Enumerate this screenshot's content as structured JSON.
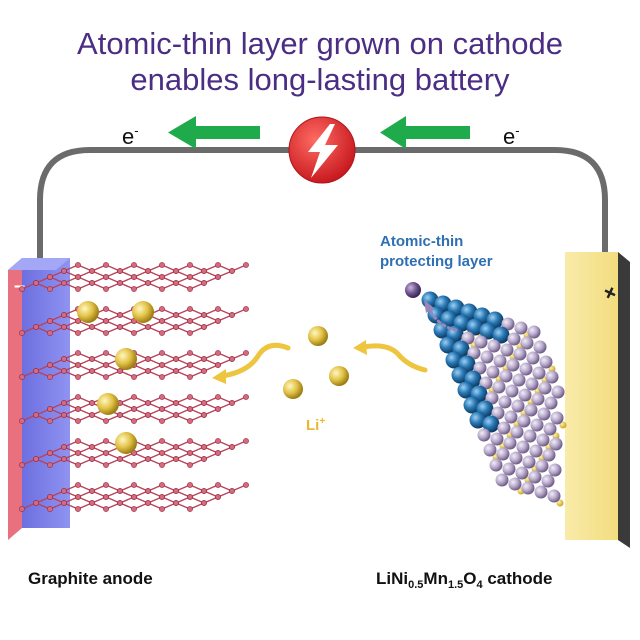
{
  "title": {
    "line1": "Atomic-thin layer grown on cathode",
    "line2": "enables long-lasting battery"
  },
  "circuit": {
    "electron_left": "e",
    "electron_right": "e",
    "electron_charge": "-",
    "wire_color": "#6b6b6b",
    "arrow_color": "#1faa4b",
    "bolt_circle_color": "#e3222a",
    "bolt_icon": "lightning-bolt-icon"
  },
  "anode": {
    "label": "Graphite anode",
    "terminal_sign": "–",
    "plate_color": "#7b7fe8",
    "edge_color": "#e06a7a"
  },
  "cathode": {
    "label_main": "LiNi",
    "label_sub1": "0.5",
    "label_mid": "Mn",
    "label_sub2": "1.5",
    "label_o": "O",
    "label_sub3": "4",
    "label_tail": " cathode",
    "terminal_sign": "+",
    "plate_color": "#f7e89a"
  },
  "protecting_layer": {
    "line1": "Atomic-thin",
    "line2": "protecting layer",
    "color": "#2f6fb3"
  },
  "ion": {
    "label": "Li",
    "charge": "+",
    "color": "#e8c84a"
  }
}
